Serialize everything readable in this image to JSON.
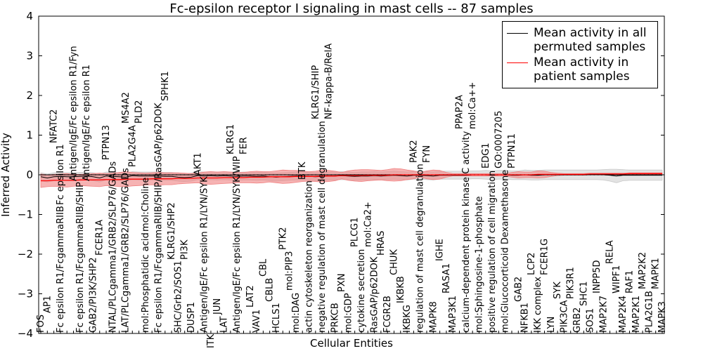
{
  "chart_data": {
    "type": "line",
    "title": "Fc-epsilon receptor I signaling in mast cells -- 87 samples",
    "xlabel": "Cellular Entities",
    "ylabel": "Inferred Activity",
    "ylim": [
      -4,
      4
    ],
    "yticks": [
      -4,
      -3,
      -2,
      -1,
      0,
      1,
      2,
      3,
      4
    ],
    "grid": false,
    "legend_placement": "top-left",
    "categories": [
      "FOS",
      "AP1",
      "NFATC2",
      "Fc epsilon R1/FcgammaRIIB",
      "Fc epsilon R1",
      "Antigen/IgE/Fc epsilon R1/Fyn",
      "Fc epsilon R1/FcgammaRIIB/SHIP",
      "Antigen/IgE/Fc epsilon R1",
      "GAB2/PI3K/SHP2",
      "FCER1A",
      "PTPN13",
      "NTAL/PLCgamma1/GRB2/SLP76/GADs",
      "LAT/PLCgamma1/GRB2/SLP76/GADs",
      "MS4A2",
      "PLA2G4A",
      "PLD2",
      "mol:Choline",
      "mol:Phosphatidic acid",
      "Fc epsilon R1/FcgammaRIIB/SHIP/RasGAP/p62DOK",
      "SPHK1",
      "KLRG1/SHP2",
      "SHC/Grb2/SOS1",
      "PI3K",
      "DUSP1",
      "AKT1",
      "Antigen/IgE/Fc epsilon R1/LYN/SYK",
      "ITK",
      "JUN",
      "LAT",
      "KLRG1",
      "Antigen/IgE/Fc epsilon R1/LYN/SYK/WIP",
      "FER",
      "LAT2",
      "VAV1",
      "CBL",
      "CBLB",
      "HCLS1",
      "PTK2",
      "mol:PIP3",
      "mol:DAG",
      "BTK",
      "actin cytoskeleton reorganization",
      "KLRG1/SHIP",
      "negative regulation of mast cell degranulation",
      "NF-kappa-B/RelA",
      "PRKCB",
      "PXN",
      "mol:GDP",
      "PLCG1",
      "cytokine secretion",
      "mol:Ca2+",
      "RasGAP/p62DOK",
      "HRAS",
      "FCGR2B",
      "CHUK",
      "IKBKB",
      "IKBKG",
      "PAK2",
      "regulation of mast cell degranulation",
      "FYN",
      "MAPK8",
      "IGHE",
      "RASA1",
      "MAP3K1",
      "PPAP2A",
      "calcium-dependent protein kinase C activity",
      "mol:Ca++",
      "mol:Sphingosine-1-phosphate",
      "EDG1",
      "positive regulation of cell migration",
      "GO:0007205",
      "mol:Glucocorticoid Dexamethasone",
      "PTPN11",
      "GAB2",
      "NFKB1",
      "LCP2",
      "IKK complex",
      "FCER1G",
      "LYN",
      "SYK",
      "PIK3CA",
      "PIK3R1",
      "GRB2",
      "SHC1",
      "SOS1",
      "INPP5D",
      "MAP2K7",
      "RELA",
      "WIPF1",
      "MAP2K4",
      "RAF1",
      "MAP2K1",
      "MAP2K2",
      "PLA2G1B",
      "MAPK1",
      "MAPK3"
    ],
    "series": [
      {
        "name": "Mean activity in all permuted samples",
        "color": "#000000",
        "band_color": "#c8c8c8",
        "values": [
          -0.05,
          -0.08,
          -0.05,
          -0.04,
          -0.05,
          -0.05,
          -0.04,
          -0.03,
          -0.05,
          -0.08,
          -0.03,
          -0.04,
          -0.05,
          -0.06,
          -0.02,
          -0.03,
          -0.03,
          -0.03,
          -0.03,
          -0.04,
          -0.04,
          -0.06,
          -0.07,
          -0.06,
          -0.02,
          -0.03,
          -0.02,
          -0.03,
          -0.02,
          -0.03,
          -0.04,
          -0.03,
          -0.03,
          -0.04,
          -0.03,
          -0.05,
          -0.06,
          -0.05,
          -0.04,
          -0.03,
          -0.03,
          -0.04,
          -0.05,
          -0.04,
          -0.03,
          -0.03,
          -0.02,
          -0.03,
          -0.04,
          -0.03,
          -0.03,
          -0.02,
          -0.03,
          -0.02,
          -0.01,
          -0.02,
          -0.03,
          -0.01,
          -0.01,
          -0.02,
          -0.03,
          -0.01,
          -0.01,
          -0.01,
          -0.01,
          -0.01,
          0.0,
          0.0,
          0.0,
          -0.01,
          0.0,
          0.0,
          -0.01,
          -0.01,
          0.0,
          -0.01,
          -0.01,
          0.0,
          0.0,
          0.0,
          0.0,
          0.0,
          0.0,
          0.0,
          0.0,
          0.0,
          0.0,
          -0.01,
          -0.03,
          -0.01,
          -0.01,
          -0.01,
          -0.01,
          -0.01,
          -0.01,
          -0.01
        ],
        "band_halfwidth": [
          0.1,
          0.1,
          0.1,
          0.1,
          0.1,
          0.1,
          0.1,
          0.1,
          0.1,
          0.1,
          0.1,
          0.1,
          0.1,
          0.1,
          0.1,
          0.1,
          0.1,
          0.1,
          0.1,
          0.1,
          0.1,
          0.1,
          0.1,
          0.1,
          0.1,
          0.1,
          0.1,
          0.1,
          0.1,
          0.1,
          0.1,
          0.1,
          0.1,
          0.1,
          0.1,
          0.1,
          0.1,
          0.1,
          0.1,
          0.1,
          0.1,
          0.1,
          0.1,
          0.1,
          0.1,
          0.1,
          0.1,
          0.1,
          0.1,
          0.1,
          0.1,
          0.1,
          0.1,
          0.1,
          0.1,
          0.1,
          0.1,
          0.1,
          0.1,
          0.1,
          0.1,
          0.1,
          0.1,
          0.1,
          0.1,
          0.1,
          0.1,
          0.1,
          0.11,
          0.11,
          0.11,
          0.11,
          0.11,
          0.11,
          0.12,
          0.12,
          0.12,
          0.12,
          0.12,
          0.12,
          0.12,
          0.12,
          0.12,
          0.12,
          0.12,
          0.12,
          0.13,
          0.15,
          0.17,
          0.14,
          0.13,
          0.13,
          0.13,
          0.13,
          0.13,
          0.13
        ]
      },
      {
        "name": "Mean activity in patient samples",
        "color": "#ff0000",
        "band_color": "#f08080",
        "values": [
          -0.15,
          -0.15,
          -0.14,
          -0.14,
          -0.14,
          -0.14,
          -0.13,
          -0.13,
          -0.13,
          -0.13,
          -0.12,
          -0.12,
          -0.12,
          -0.11,
          -0.11,
          -0.11,
          -0.11,
          -0.1,
          -0.1,
          -0.1,
          -0.1,
          -0.09,
          -0.09,
          -0.09,
          -0.08,
          -0.08,
          -0.08,
          -0.08,
          -0.07,
          -0.07,
          -0.07,
          -0.07,
          -0.06,
          -0.06,
          -0.06,
          -0.05,
          -0.05,
          -0.05,
          -0.05,
          -0.04,
          -0.04,
          -0.04,
          -0.04,
          -0.03,
          -0.03,
          -0.03,
          -0.02,
          -0.02,
          -0.02,
          -0.02,
          -0.01,
          -0.01,
          -0.01,
          -0.01,
          0.0,
          0.0,
          0.0,
          0.0,
          0.0,
          0.0,
          0.0,
          0.0,
          0.0,
          0.0,
          0.0,
          0.0,
          0.0,
          0.0,
          0.0,
          0.0,
          0.0,
          0.0,
          0.0,
          0.0,
          0.0,
          0.0,
          0.01,
          0.01,
          0.01,
          0.01,
          0.01,
          0.01,
          0.01,
          0.01,
          0.02,
          0.02,
          0.02,
          0.02,
          0.02,
          0.02,
          0.03,
          0.03,
          0.03,
          0.03,
          0.03,
          0.03
        ],
        "band_halfwidth": [
          0.17,
          0.15,
          0.15,
          0.16,
          0.17,
          0.15,
          0.14,
          0.15,
          0.16,
          0.17,
          0.15,
          0.16,
          0.18,
          0.19,
          0.17,
          0.16,
          0.15,
          0.15,
          0.16,
          0.15,
          0.15,
          0.14,
          0.13,
          0.12,
          0.12,
          0.15,
          0.16,
          0.15,
          0.15,
          0.14,
          0.13,
          0.13,
          0.14,
          0.15,
          0.14,
          0.13,
          0.15,
          0.17,
          0.16,
          0.15,
          0.13,
          0.12,
          0.13,
          0.15,
          0.14,
          0.12,
          0.08,
          0.12,
          0.14,
          0.15,
          0.14,
          0.13,
          0.12,
          0.14,
          0.16,
          0.15,
          0.12,
          0.1,
          0.06,
          0.1,
          0.12,
          0.11,
          0.06,
          0.03,
          0.03,
          0.03,
          0.03,
          0.03,
          0.03,
          0.03,
          0.03,
          0.03,
          0.06,
          0.08,
          0.07,
          0.07,
          0.09,
          0.08,
          0.05,
          0.03,
          0.02,
          0.02,
          0.02,
          0.02,
          0.02,
          0.02,
          0.02,
          0.02,
          0.02,
          0.02,
          0.02,
          0.02,
          0.02,
          0.02,
          0.02,
          0.02
        ]
      }
    ]
  }
}
